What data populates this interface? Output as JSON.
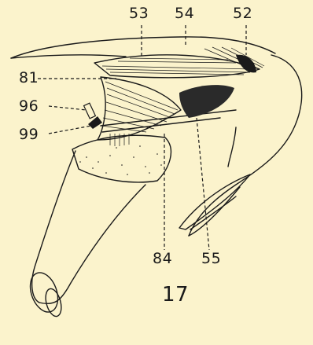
{
  "figure": {
    "number": "17",
    "labels": [
      "53",
      "54",
      "52",
      "81",
      "96",
      "99",
      "84",
      "55"
    ]
  },
  "colors": {
    "background": "#fbf3cc",
    "ink": "#1a1a1a"
  }
}
